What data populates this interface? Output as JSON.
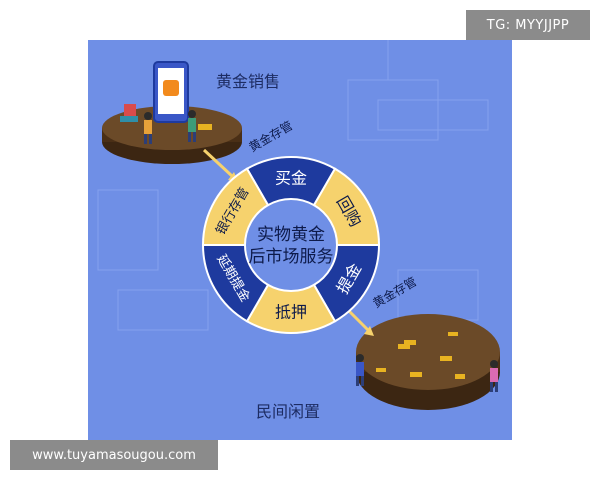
{
  "watermarks": {
    "top": "TG: MYYJJPP",
    "bottom": "www.tuyamasougou.com"
  },
  "labels": {
    "sales": "黄金销售",
    "folk_idle": "民间闲置",
    "storage_top": "黄金存管",
    "storage_right": "黄金存管"
  },
  "ring": {
    "center_line1": "实物黄金",
    "center_line2": "后市场服务",
    "segments": [
      "买金",
      "回购",
      "提金",
      "抵押",
      "延期提金",
      "银行存管"
    ]
  },
  "colors": {
    "background": "#6f8fe6",
    "ring_navy": "#1e3a9e",
    "ring_yellow": "#f6d26d",
    "platform": "#5a3b1f",
    "gold": "#e8b321"
  }
}
